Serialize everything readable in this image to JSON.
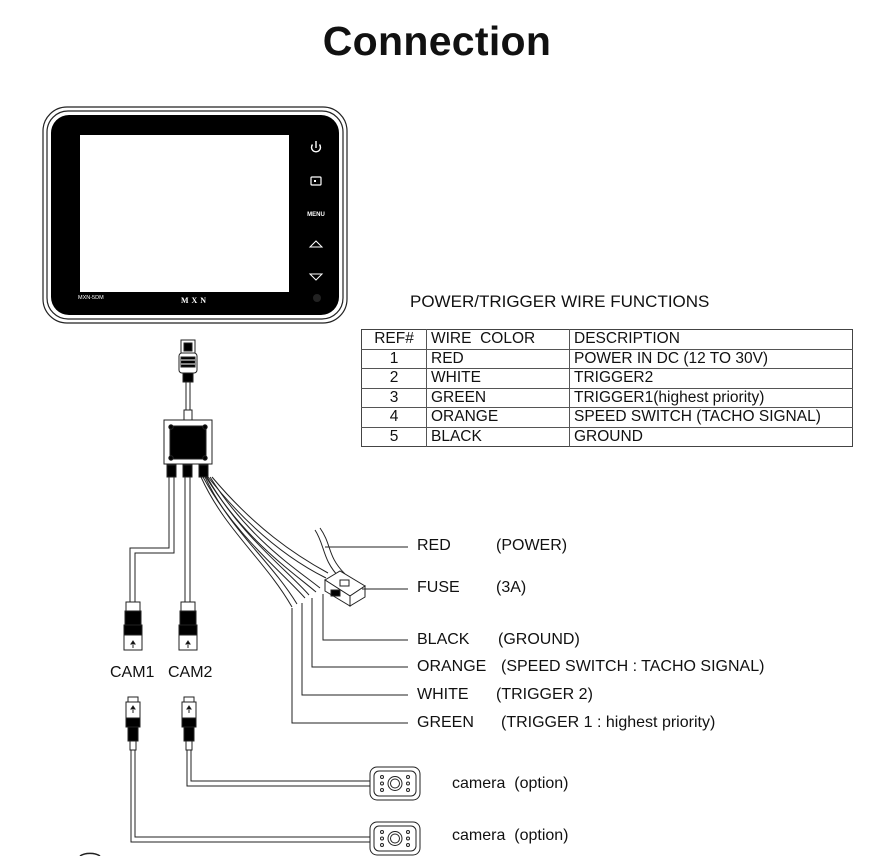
{
  "title": "Connection",
  "monitor": {
    "brand": "MXN",
    "model": "MXN-5DM",
    "buttons": [
      {
        "name": "power",
        "icon": "power-icon"
      },
      {
        "name": "source",
        "icon": "source-icon"
      },
      {
        "name": "menu",
        "label": "MENU"
      },
      {
        "name": "up",
        "icon": "triangle-up-icon"
      },
      {
        "name": "down",
        "icon": "triangle-down-icon"
      }
    ]
  },
  "wire_table": {
    "title": "POWER/TRIGGER WIRE FUNCTIONS",
    "headers": [
      "REF#",
      "WIRE  COLOR",
      "DESCRIPTION"
    ],
    "rows": [
      {
        "ref": "1",
        "color": "RED",
        "description": "POWER IN DC (12 TO 30V)"
      },
      {
        "ref": "2",
        "color": "WHITE",
        "description": "TRIGGER2"
      },
      {
        "ref": "3",
        "color": "GREEN",
        "description": "TRIGGER1(highest priority)"
      },
      {
        "ref": "4",
        "color": "ORANGE",
        "description": "SPEED SWITCH (TACHO SIGNAL)"
      },
      {
        "ref": "5",
        "color": "BLACK",
        "description": "GROUND"
      }
    ]
  },
  "callouts": [
    {
      "name": "RED",
      "note": "(POWER)"
    },
    {
      "name": "FUSE",
      "note": "(3A)"
    },
    {
      "name": "BLACK",
      "note": "(GROUND)"
    },
    {
      "name": "ORANGE",
      "note": "(SPEED SWITCH : TACHO SIGNAL)"
    },
    {
      "name": "WHITE",
      "note": "(TRIGGER 2)"
    },
    {
      "name": "GREEN",
      "note": "(TRIGGER 1 : highest priority)"
    }
  ],
  "cameras": {
    "cam1_label": "CAM1",
    "cam2_label": "CAM2",
    "camera_labels": [
      "camera  (option)",
      "camera  (option)"
    ]
  }
}
